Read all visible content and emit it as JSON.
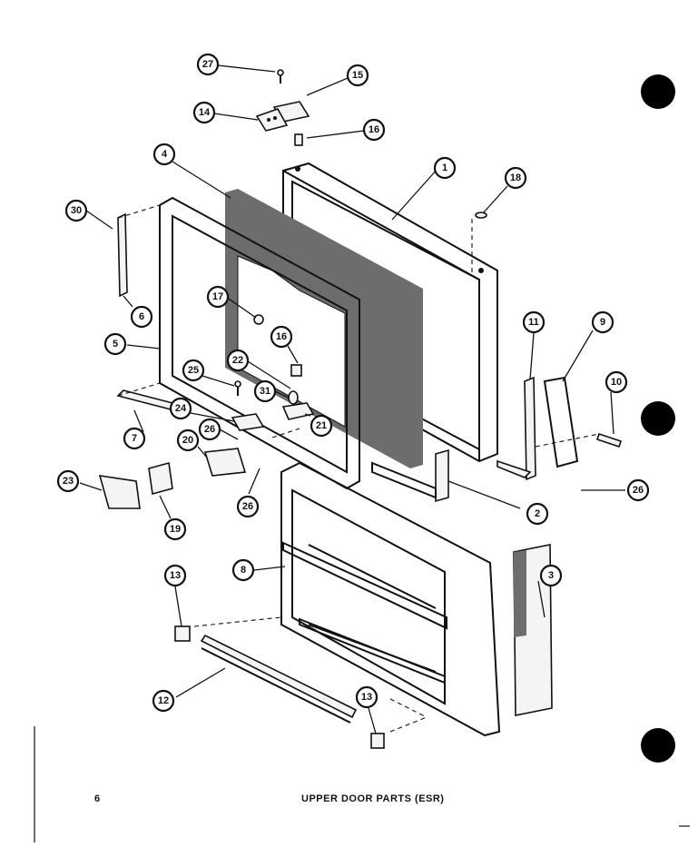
{
  "page_number": "6",
  "caption": "UPPER DOOR PARTS (ESR)",
  "callouts": [
    "27",
    "15",
    "14",
    "16",
    "4",
    "1",
    "18",
    "30",
    "17",
    "5",
    "6",
    "11",
    "9",
    "10",
    "16",
    "22",
    "25",
    "31",
    "24",
    "21",
    "26",
    "7",
    "20",
    "2",
    "26",
    "23",
    "26",
    "19",
    "8",
    "3",
    "13",
    "12",
    "13"
  ]
}
